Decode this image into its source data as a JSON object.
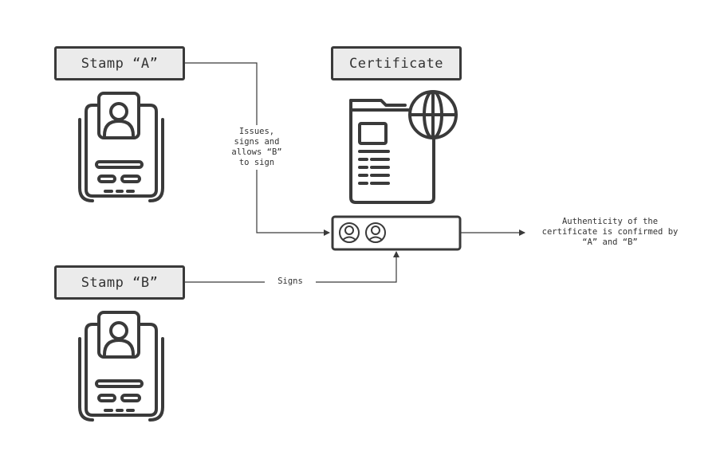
{
  "boxes": {
    "stamp_a": "Stamp “A”",
    "certificate": "Certificate",
    "stamp_b": "Stamp “B”"
  },
  "edges": {
    "issues": "Issues,\nsigns and\nallows “B”\nto sign",
    "signs": "Signs",
    "result": "Authenticity of the\ncertificate is confirmed by\n“A” and “B”"
  },
  "icons": {
    "stamp_a": "id-card-icon",
    "stamp_b": "id-card-icon",
    "certificate": "web-document-icon",
    "signatures": "user-face-icon"
  },
  "colors": {
    "stroke": "#3a3a3a",
    "box_fill": "#ebebeb"
  }
}
